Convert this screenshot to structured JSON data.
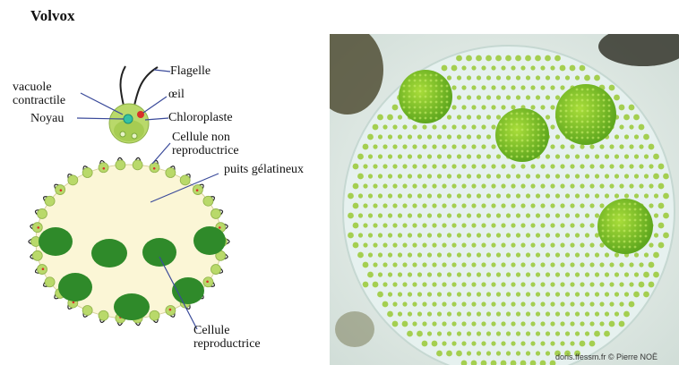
{
  "title": "Volvox",
  "labels": {
    "vacuole_line1": "vacuole",
    "vacuole_line2": "contractile",
    "noyau": "Noyau",
    "flagelle": "Flagelle",
    "oeil": "œil",
    "chloroplaste": "Chloroplaste",
    "cellule_non_line1": "Cellule non",
    "cellule_non_line2": "reproductrice",
    "puits": "puits gélatineux",
    "cellule_repro_line1": "Cellule",
    "cellule_repro_line2": "reproductrice"
  },
  "credit": "doris.ffessm.fr  ©  Pierre NOË",
  "colors": {
    "colony_interior": "#fbf6d6",
    "cell_green": "#b9d96a",
    "reproductive_cell": "#2f8a2a",
    "eye_red": "#d9302a",
    "photo_background": "#e6f1ef",
    "photo_cells": "#9ccb3e"
  }
}
